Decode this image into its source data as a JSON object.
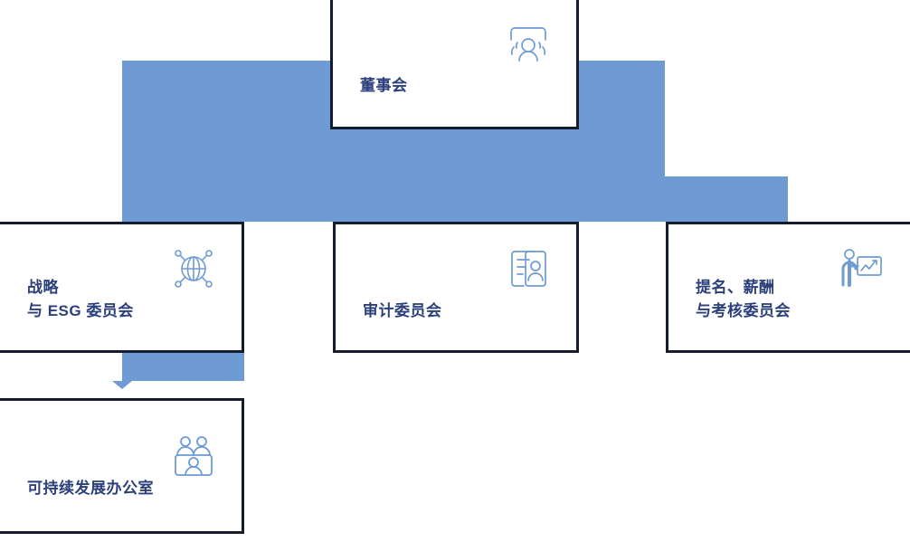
{
  "diagram": {
    "type": "organizational-chart",
    "accent_color": "#6f9bd4",
    "border_color": "#141d2e",
    "text_color": "#2b3f7a",
    "background": "#ffffff"
  },
  "nodes": {
    "board": {
      "label": "董事会",
      "icon": "group-people-icon"
    },
    "strategy": {
      "label": "战略\n与 ESG 委员会",
      "icon": "globe-network-icon"
    },
    "audit": {
      "label": "审计委员会",
      "icon": "document-person-icon"
    },
    "nomination": {
      "label": "提名、薪酬\n与考核委员会",
      "icon": "presenter-chart-icon"
    },
    "office": {
      "label": "可持续发展办公室",
      "icon": "team-meeting-icon"
    }
  },
  "connectors": {
    "trunk": "board-to-committees",
    "branch": "strategy-to-office",
    "arrow": "down-arrow-icon"
  }
}
